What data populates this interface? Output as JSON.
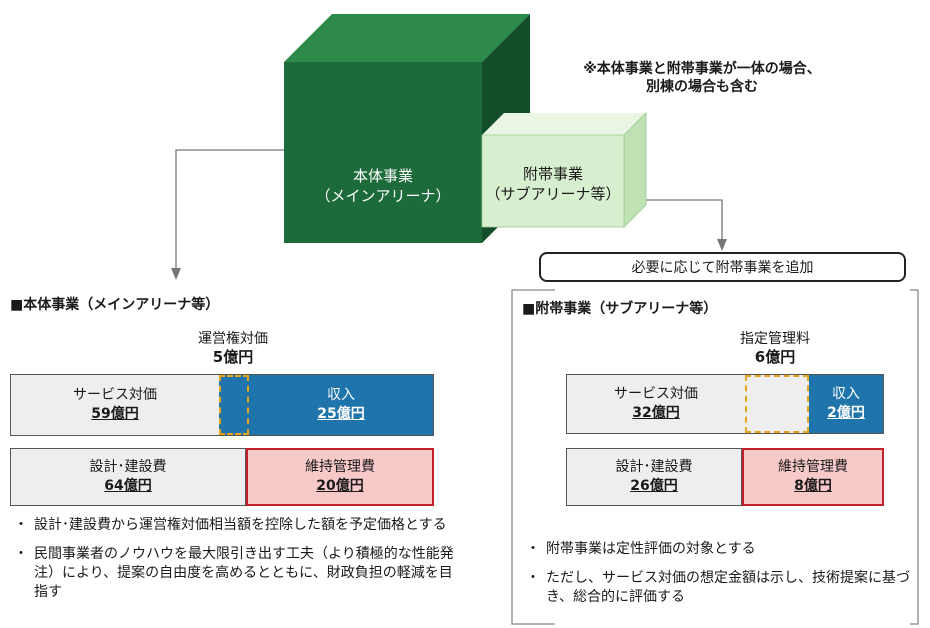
{
  "top": {
    "main_label": "本体事業",
    "main_sub": "（メインアリーナ）",
    "sub_label": "附帯事業",
    "sub_sub": "（サブアリーナ等）",
    "note_line1": "※本体事業と附帯事業が一体の場合、",
    "note_line2": "別棟の場合も含む",
    "add_box": "必要に応じて附帯事業を追加"
  },
  "left": {
    "heading": "■本体事業（メインアリーナ等）",
    "fee_label": "運営権対価",
    "fee_value": "5億円",
    "service_label": "サービス対価",
    "service_value": "59億円",
    "income_label": "収入",
    "income_value": "25億円",
    "design_label": "設計･建設費",
    "design_value": "64億円",
    "maint_label": "維持管理費",
    "maint_value": "20億円",
    "bullets": [
      "設計･建設費から運営権対価相当額を控除した額を予定価格とする",
      "民間事業者のノウハウを最大限引き出す工夫（より積極的な性能発注）により、提案の自由度を高めるとともに、財政負担の軽減を目指す"
    ]
  },
  "right": {
    "heading": "■附帯事業（サブアリーナ等）",
    "fee_label": "指定管理料",
    "fee_value": "6億円",
    "service_label": "サービス対価",
    "service_value": "32億円",
    "income_label": "収入",
    "income_value": "2億円",
    "design_label": "設計･建設費",
    "design_value": "26億円",
    "maint_label": "維持管理費",
    "maint_value": "8億円",
    "bullets": [
      "附帯事業は定性評価の対象とする",
      "ただし、サービス対価の想定金額は示し、技術提案に基づき、総合的に評価する"
    ]
  },
  "colors": {
    "main_dark": "#1d6b3a",
    "sub_light": "#d8efcf",
    "income_blue": "#1f74ab",
    "maint_pink": "#f8c9c9",
    "maint_border": "#c0202a",
    "dash_orange": "#e2a51c"
  }
}
